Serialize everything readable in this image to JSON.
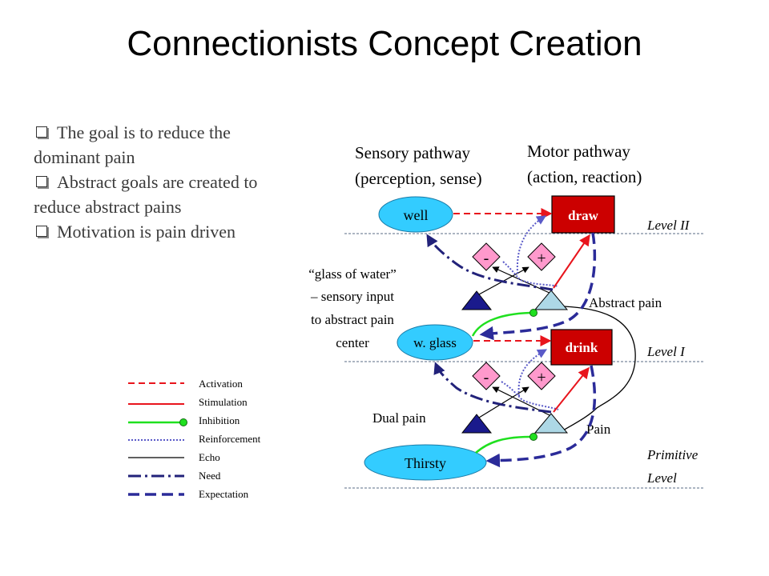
{
  "title": "Connectionists Concept Creation",
  "bullets": [
    "The goal is to reduce the dominant pain",
    "Abstract goals are created to reduce abstract pains",
    "Motivation is pain driven"
  ],
  "legend": [
    {
      "label": "Activation",
      "color": "#e8141c",
      "style": "dashed"
    },
    {
      "label": "Stimulation",
      "color": "#e8141c",
      "style": "solid"
    },
    {
      "label": "Inhibition",
      "color": "#1fe01f",
      "style": "solid-dot"
    },
    {
      "label": "Reinforcement",
      "color": "#5a5ac8",
      "style": "dotted"
    },
    {
      "label": "Echo",
      "color": "#000000",
      "style": "solid"
    },
    {
      "label": "Need",
      "color": "#22227a",
      "style": "dash-dot"
    },
    {
      "label": "Expectation",
      "color": "#2b2b99",
      "style": "long-dash"
    }
  ],
  "diagram": {
    "sensory_pathway": [
      "Sensory pathway",
      "(perception, sense)"
    ],
    "motor_pathway": [
      "Motor pathway",
      "(action, reaction)"
    ],
    "levels": {
      "level2": "Level II",
      "level1": "Level I",
      "primitive": [
        "Primitive",
        "Level"
      ]
    },
    "nodes": {
      "well": "well",
      "w_glass": "w. glass",
      "thirsty": "Thirsty",
      "draw": "draw",
      "drink": "drink"
    },
    "signs": {
      "minus": "-",
      "plus": "+"
    },
    "annotation": [
      "“glass of water”",
      "– sensory input",
      "to abstract pain",
      "center"
    ],
    "abstract_pain": "Abstract pain",
    "pain": "Pain",
    "dual_pain": "Dual pain",
    "colors": {
      "sensory_fill": "#33ccff",
      "motor_fill": "#cc0000",
      "diamond_fill": "#ff99cc",
      "pain_triangle": "#add8e6",
      "dual_triangle": "#1a1a8c"
    }
  }
}
